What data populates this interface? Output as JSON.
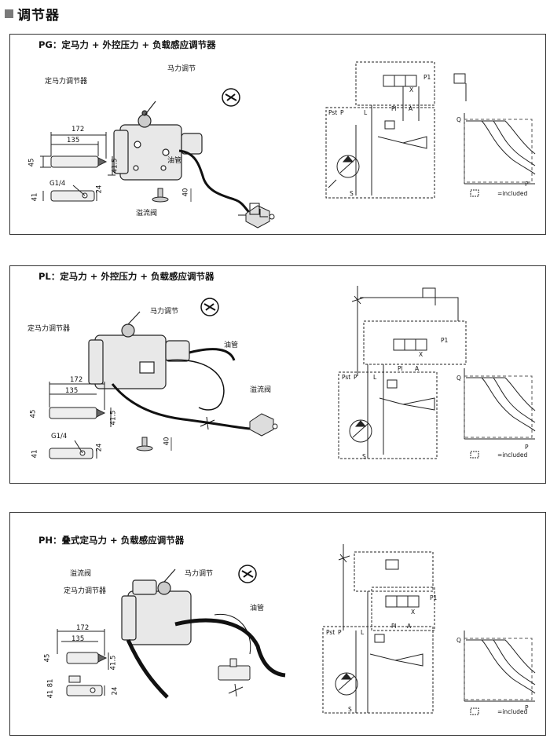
{
  "header": {
    "title": "调节器"
  },
  "panels": [
    {
      "id": "pg",
      "title": "PG：定马力 + 外控压力 + 负载感应调节器",
      "labels": {
        "regulator": "定马力调节器",
        "hp_adjust": "马力调节",
        "oil_pipe": "油管",
        "relief_valve": "溢流阀"
      },
      "dims": {
        "w1": "172",
        "w2": "135",
        "h1": "45",
        "h2": "41.5",
        "port": "G1/4",
        "h3": "41",
        "h4": "24",
        "h5": "40"
      },
      "graph": {
        "q": "Q",
        "p": "P",
        "legend": "=included"
      },
      "schematic": {
        "ps": "Pst",
        "p": "P",
        "x": "X",
        "a": "A",
        "pl": "Pl",
        "l": "L",
        "s": "S",
        "p1": "P1"
      }
    },
    {
      "id": "pl",
      "title": "PL：定马力 + 外控压力 + 负载感应调节器",
      "labels": {
        "regulator": "定马力调节器",
        "hp_adjust": "马力调节",
        "oil_pipe": "油管",
        "relief_valve": "溢流阀"
      },
      "dims": {
        "w1": "172",
        "w2": "135",
        "h1": "45",
        "h2": "41.5",
        "port": "G1/4",
        "h3": "41",
        "h4": "24",
        "h5": "40"
      },
      "graph": {
        "q": "Q",
        "p": "P",
        "legend": "=included"
      },
      "schematic": {
        "ps": "Pst",
        "p": "P",
        "x": "X",
        "a": "A",
        "pl": "Pl",
        "l": "L",
        "s": "S",
        "p1": "P1"
      }
    },
    {
      "id": "ph",
      "title": "PH：叠式定马力 + 负载感应调节器",
      "labels": {
        "relief_valve": "溢流阀",
        "regulator": "定马力调节器",
        "hp_adjust": "马力调节",
        "oil_pipe": "油管"
      },
      "dims": {
        "w1": "172",
        "w2": "135",
        "h1": "45",
        "h2": "41.5",
        "h3": "81",
        "h3b": "41",
        "h4": "24"
      },
      "graph": {
        "q": "Q",
        "p": "P",
        "legend": "=included"
      },
      "schematic": {
        "ps": "Pst",
        "p": "P",
        "x": "X",
        "a": "A",
        "pl": "Pl",
        "l": "L",
        "s": "S",
        "p1": "P1"
      }
    }
  ]
}
